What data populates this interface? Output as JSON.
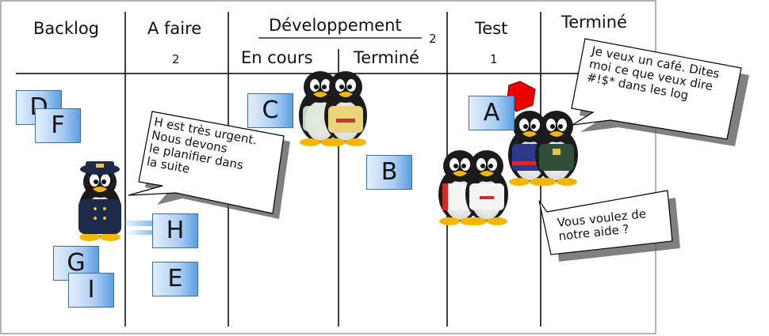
{
  "columns": {
    "backlog": "Backlog",
    "todo": "A faire",
    "todo_wip": "2",
    "dev": "Développement",
    "dev_wip": "2",
    "dev_in_progress": "En cours",
    "dev_done": "Terminé",
    "test": "Test",
    "test_wip": "1",
    "done": "Terminé"
  },
  "cards": {
    "D": "D",
    "F": "F",
    "G": "G",
    "I": "I",
    "H": "H",
    "E": "E",
    "C": "C",
    "B": "B",
    "A": "A"
  },
  "bubbles": {
    "urgent": [
      "H est très urgent.",
      "Nous devons",
      "le planifier dans",
      "la suite"
    ],
    "coffee": [
      "Je veux un café. Dites",
      "moi ce que veux dire",
      "#!$* dans les log"
    ],
    "help": [
      "Vous voulez de",
      "notre aide ?"
    ]
  },
  "colors": {
    "board_bg": "#ffffff",
    "board_border": "#9a9a9a",
    "card_border": "#3c6fa6",
    "blocker": "#ee0000",
    "bubble_bg": "#ffffff",
    "bubble_shadow": "#555555"
  }
}
